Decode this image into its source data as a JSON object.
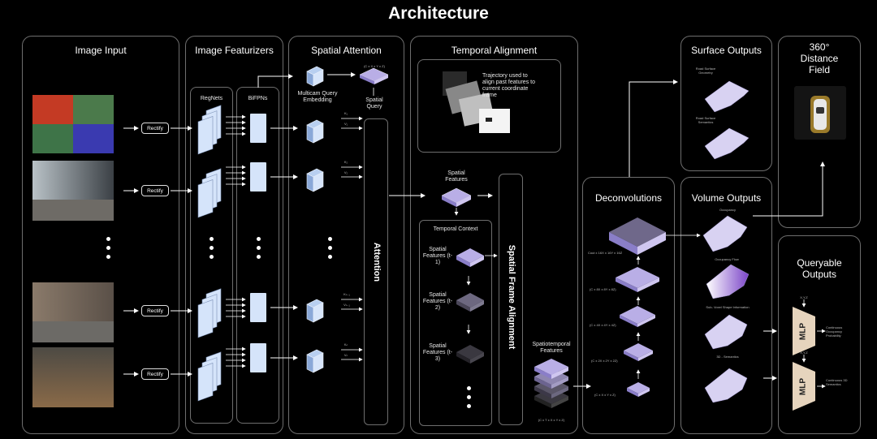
{
  "title": "Architecture",
  "panels": {
    "image_input": "Image Input",
    "image_featurizers": "Image Featurizers",
    "spatial_attention": "Spatial Attention",
    "temporal_alignment": "Temporal Alignment",
    "deconvolutions": "Deconvolutions",
    "surface_outputs": "Surface Outputs",
    "volume_outputs": "Volume Outputs",
    "distance_field": "360° Distance Field",
    "queryable_outputs": "Queryable Outputs"
  },
  "rectify_label": "Rectify",
  "featurizers": {
    "regnets": "RegNets",
    "bifpns": "BiFPNs"
  },
  "attention": {
    "query_embedding": "Multicam Query Embedding",
    "spatial_query": "Spatial Query",
    "query_dims": "(C x X x Y x Z)",
    "block": "Attention",
    "kv": [
      [
        "K₁",
        "V₁"
      ],
      [
        "K₂",
        "V₂"
      ],
      [
        "Kₙ₋₁",
        "Vₙ₋₁"
      ],
      [
        "Kₙ",
        "Vₙ"
      ]
    ]
  },
  "temporal": {
    "trajectory_note": "Trajectory used to align past features to current coordinate frame",
    "spatial_features": "Spatial Features",
    "temporal_context": "Temporal Context",
    "context_items": [
      "Spatial Features (t-1)",
      "Spatial Features (t-2)",
      "Spatial Features (t-3)"
    ],
    "frame_alignment": "Spatial Frame Alignment",
    "spatiotemporal": "Spatiotemporal Features",
    "spatiotemporal_dims": "(C x T x X x Y x Z)"
  },
  "deconv": {
    "dims": [
      "Cout x 16X x 16Y x 16Z",
      "(C x 8X x 8Y x 8Z)",
      "(C x 4X x 4Y x 4Z)",
      "(C x 2X x 2Y x 2Z)",
      "(C x X x Y x Z)"
    ]
  },
  "surface": {
    "geometry": "Road Surface Geometry",
    "semantics": "Road Surface Semantics"
  },
  "volume": {
    "items": [
      "Occupancy",
      "Occupancy Flow",
      "Sub- Voxel Shape Information",
      "3D - Semantics"
    ]
  },
  "queryable": {
    "xyz": "X,Y,Z",
    "mlp": "MLP",
    "outputs": [
      "Continuous Occupancy Probability",
      "Continuous 3D Semantics"
    ]
  },
  "colors": {
    "panel_border": "#6e6e6e",
    "feature_blue": "#d5e4fa",
    "voxel_purple": "#b9aee6",
    "mlp_tan": "#e6d4bd"
  }
}
